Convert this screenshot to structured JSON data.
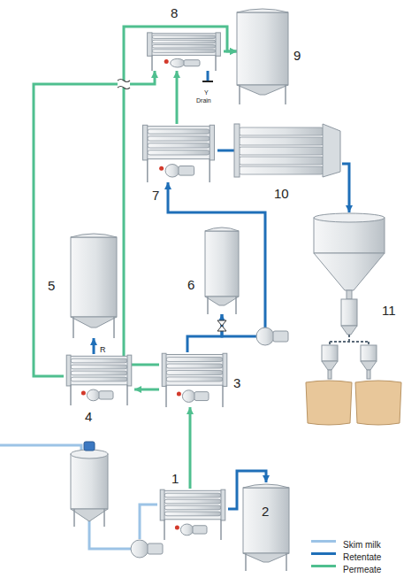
{
  "diagram": {
    "nodes": [
      {
        "text": [
          "8"
        ]
      },
      {
        "text": [
          "9"
        ]
      },
      {
        "text": [
          "7"
        ]
      },
      {
        "text": [
          "10"
        ]
      },
      {
        "text": [
          "5"
        ]
      },
      {
        "text": [
          "6"
        ]
      },
      {
        "text": [
          "11"
        ]
      },
      {
        "text": [
          "4"
        ]
      },
      {
        "text": [
          "3"
        ]
      },
      {
        "text": [
          "1"
        ]
      },
      {
        "text": [
          "2"
        ]
      }
    ],
    "edges": [
      {
        "from": 9,
        "to": 10,
        "arrow": "to"
      },
      {
        "from": 9,
        "to": 8,
        "arrow": "to"
      },
      {
        "from": 8,
        "to": 7,
        "arrow": "to"
      },
      {
        "from": 7,
        "to": 4,
        "label": "R",
        "arrow": "to"
      },
      {
        "from": 7,
        "to": 0,
        "arrow": "to"
      },
      {
        "from": 8,
        "to": 1,
        "arrow": "to"
      },
      {
        "from": 8,
        "to": 5,
        "arrow": "to"
      },
      {
        "from": 5,
        "to": 2,
        "arrow": "to"
      },
      {
        "from": 2,
        "to": 0,
        "arrow": "to"
      },
      {
        "from": 2,
        "to": 3,
        "arrow": "none"
      },
      {
        "from": 3,
        "to": 6,
        "arrow": "to"
      },
      {
        "from": 0,
        "to": 1,
        "arrow": "to"
      }
    ],
    "labels": [
      "Y",
      "Drain"
    ],
    "legend": [
      {
        "text": "Skim milk",
        "color": "#9cc3e6"
      },
      {
        "text": "Retentate",
        "color": "#1f6fb8"
      },
      {
        "text": "Permeate",
        "color": "#4fbf8f"
      }
    ]
  }
}
